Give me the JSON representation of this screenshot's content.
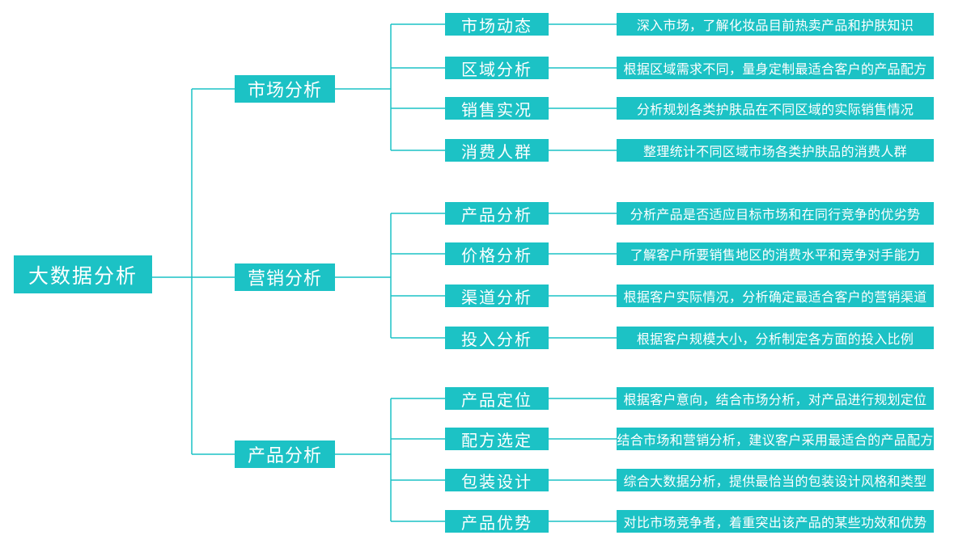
{
  "colors": {
    "accent": "#1CC2C5",
    "node_text": "#ffffff",
    "canvas_bg": "#ffffff"
  },
  "root": {
    "label": "大数据分析"
  },
  "branches": [
    {
      "label": "市场分析",
      "children": [
        {
          "label": "市场动态",
          "desc": "深入市场，了解化妆品目前热卖产品和护肤知识"
        },
        {
          "label": "区域分析",
          "desc": "根据区域需求不同，量身定制最适合客户的产品配方"
        },
        {
          "label": "销售实况",
          "desc": "分析规划各类护肤品在不同区域的实际销售情况"
        },
        {
          "label": "消费人群",
          "desc": "整理统计不同区域市场各类护肤品的消费人群"
        }
      ]
    },
    {
      "label": "营销分析",
      "children": [
        {
          "label": "产品分析",
          "desc": "分析产品是否适应目标市场和在同行竞争的优劣势"
        },
        {
          "label": "价格分析",
          "desc": "了解客户所要销售地区的消费水平和竞争对手能力"
        },
        {
          "label": "渠道分析",
          "desc": "根据客户实际情况，分析确定最适合客户的营销渠道"
        },
        {
          "label": "投入分析",
          "desc": "根据客户规模大小，分析制定各方面的投入比例"
        }
      ]
    },
    {
      "label": "产品分析",
      "children": [
        {
          "label": "产品定位",
          "desc": "根据客户意向，结合市场分析，对产品进行规划定位"
        },
        {
          "label": "配方选定",
          "desc": "结合市场和营销分析，建议客户采用最适合的产品配方"
        },
        {
          "label": "包装设计",
          "desc": "综合大数据分析，提供最恰当的包装设计风格和类型"
        },
        {
          "label": "产品优势",
          "desc": "对比市场竞争者，着重突出该产品的某些功效和优势"
        }
      ]
    }
  ]
}
